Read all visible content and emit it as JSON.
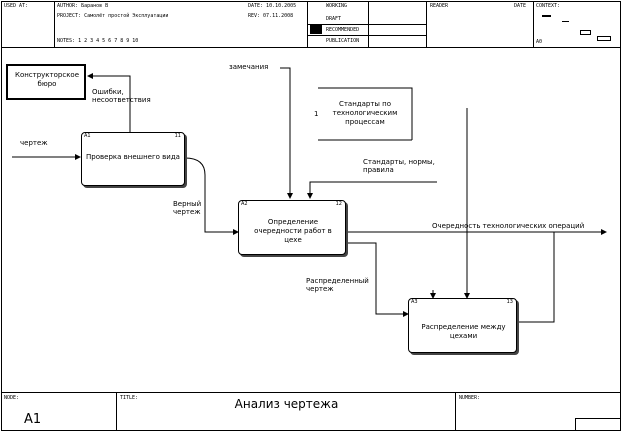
{
  "header": {
    "used_at": "USED AT:",
    "author": "AUTHOR: Баранов В",
    "project": "PROJECT: Самолёт простой Эксплуатации",
    "date": "DATE: 10.10.2005",
    "rev": "REV: 07.11.2008",
    "notes": "NOTES: 1 2 3 4 5 6 7 8 9 10",
    "working": "WORKING",
    "draft": "DRAFT",
    "recommended": "RECOMMENDED",
    "publication": "PUBLICATION",
    "reader": "READER",
    "reader_date": "DATE",
    "context": "CONTEXT:",
    "a0": "A0"
  },
  "boxes": {
    "kb": "Конструкторское бюро",
    "check": "Проверка внешнего вида",
    "check_num": "A1",
    "check_num2": "11",
    "std": "Стандарты по технологическим процессам",
    "std_num": "1",
    "order": "Определение очередности работ в цехе",
    "order_num": "A2",
    "order_num2": "12",
    "distribute": "Распределение между цехами",
    "distribute_num": "A3",
    "distribute_num2": "13"
  },
  "labels": {
    "errors": "Ошибки, несоответствия",
    "remarks": "замечания",
    "drawing_in": "чертеж",
    "correct_drawing": "Верный чертеж",
    "standards": "Стандарты, нормы, правила",
    "sequence": "Очередность технологических операций",
    "distributed": "Распределенный чертеж"
  },
  "footer": {
    "node_label": "NODE:",
    "node": "A1",
    "title_label": "TITLE:",
    "title": "Анализ чертежа",
    "number_label": "NUMBER:"
  }
}
